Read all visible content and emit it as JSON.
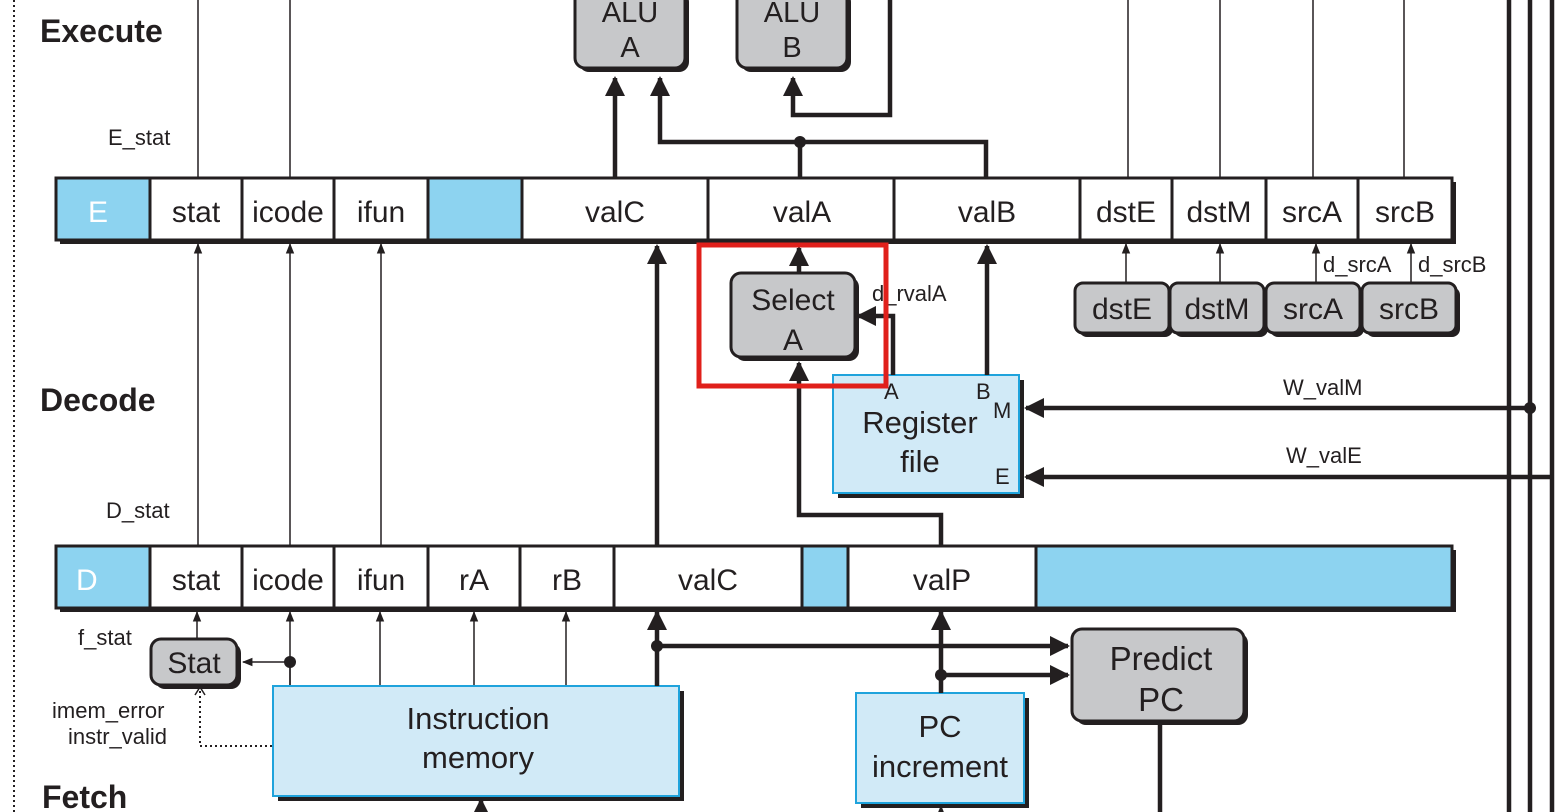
{
  "stages": {
    "execute": "Execute",
    "decode": "Decode",
    "fetch": "Fetch"
  },
  "e_reg": {
    "name": "E",
    "fields": [
      "stat",
      "icode",
      "ifun",
      "valC",
      "valA",
      "valB",
      "dstE",
      "dstM",
      "srcA",
      "srcB"
    ]
  },
  "d_reg": {
    "name": "D",
    "fields": [
      "stat",
      "icode",
      "ifun",
      "rA",
      "rB",
      "valC",
      "valP"
    ]
  },
  "blocks": {
    "alu_a": [
      "ALU",
      "A"
    ],
    "alu_b": [
      "ALU",
      "B"
    ],
    "select_a": [
      "Select",
      "A"
    ],
    "register_file": [
      "Register",
      "file"
    ],
    "regfile_ports": {
      "a": "A",
      "b": "B",
      "m": "M",
      "e": "E"
    },
    "dst_e": "dstE",
    "dst_m": "dstM",
    "src_a": "srcA",
    "src_b": "srcB",
    "stat": "Stat",
    "instruction_memory": [
      "Instruction",
      "memory"
    ],
    "pc_increment": [
      "PC",
      "increment"
    ],
    "predict_pc": [
      "Predict",
      "PC"
    ]
  },
  "signals": {
    "e_stat": "E_stat",
    "d_stat": "D_stat",
    "f_stat": "f_stat",
    "d_rvala": "d_rvalA",
    "d_srca": "d_srcA",
    "d_srcb": "d_srcB",
    "w_valm": "W_valM",
    "w_vale": "W_valE",
    "imem_error": "imem_error",
    "instr_valid": "instr_valid"
  },
  "colors": {
    "pipeline_blue": "#8dd3f0",
    "logic_gray": "#c7c8ca",
    "memory_light_blue": "#d1eaf7",
    "memory_border": "#1fa3dc",
    "highlight_red": "#e0201b",
    "ink": "#231f20"
  }
}
